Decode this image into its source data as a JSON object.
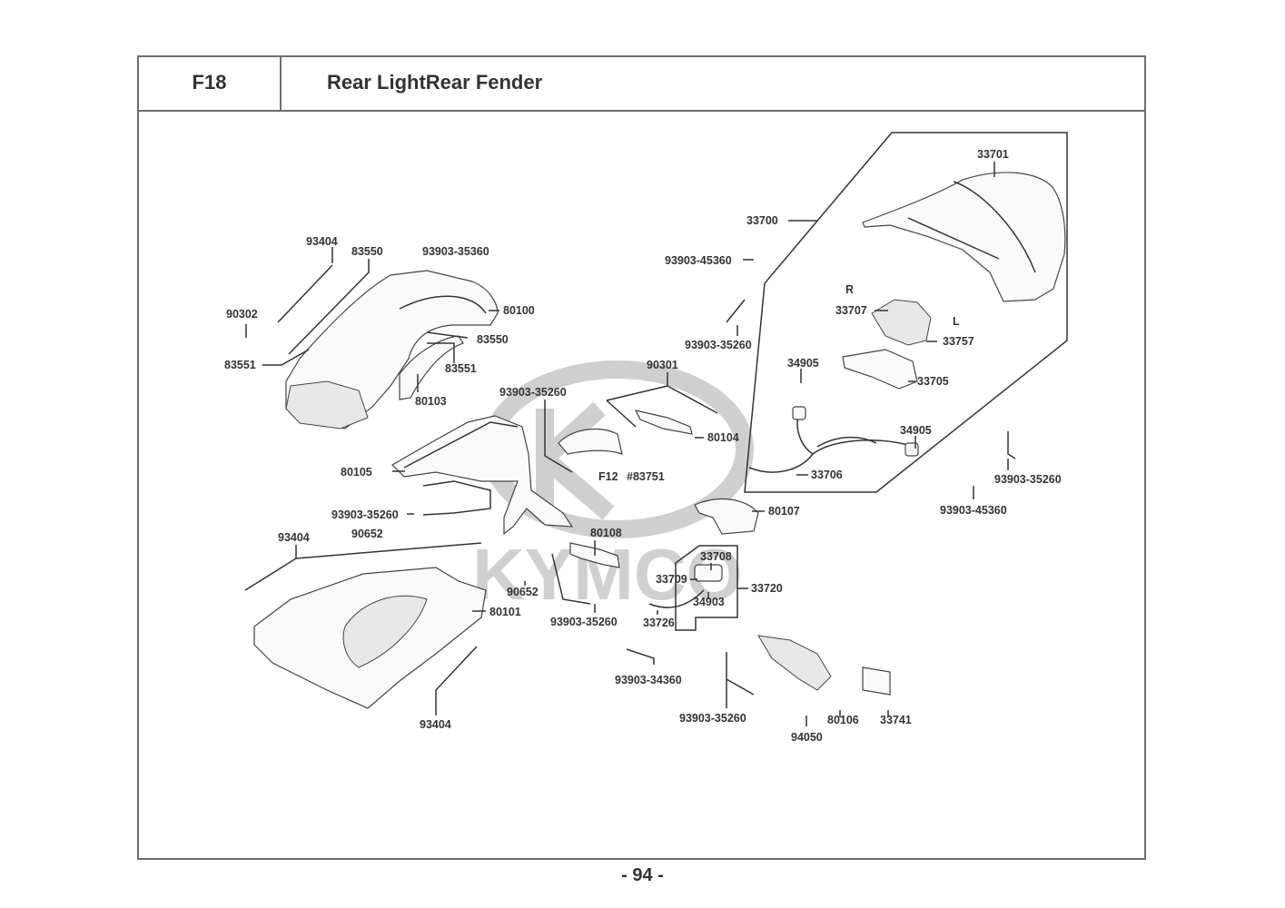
{
  "header": {
    "section_code": "F18",
    "title": "Rear LightRear Fender"
  },
  "footer": {
    "page_number": "- 94 -"
  },
  "watermark": {
    "brand": "KYMCO",
    "color": "#d0d0d0"
  },
  "diagram": {
    "group_labels": {
      "rear_light_assembly": "33700",
      "license_light_assembly": "33720",
      "right_side": "R",
      "left_side": "L"
    },
    "cross_reference": {
      "figure": "F12",
      "part": "#83751"
    },
    "callouts": [
      {
        "id": "c01",
        "part_no": "93404"
      },
      {
        "id": "c02",
        "part_no": "83550"
      },
      {
        "id": "c03",
        "part_no": "93903-35360"
      },
      {
        "id": "c04",
        "part_no": "90302"
      },
      {
        "id": "c05",
        "part_no": "80100"
      },
      {
        "id": "c06",
        "part_no": "83550"
      },
      {
        "id": "c07",
        "part_no": "83551"
      },
      {
        "id": "c08",
        "part_no": "83551"
      },
      {
        "id": "c09",
        "part_no": "80103"
      },
      {
        "id": "c10",
        "part_no": "33701"
      },
      {
        "id": "c11",
        "part_no": "93903-45360"
      },
      {
        "id": "c12",
        "part_no": "93903-35260"
      },
      {
        "id": "c13",
        "part_no": "33707"
      },
      {
        "id": "c14",
        "part_no": "33757"
      },
      {
        "id": "c15",
        "part_no": "34905"
      },
      {
        "id": "c16",
        "part_no": "33705"
      },
      {
        "id": "c17",
        "part_no": "90301"
      },
      {
        "id": "c18",
        "part_no": "93903-35260"
      },
      {
        "id": "c19",
        "part_no": "80104"
      },
      {
        "id": "c20",
        "part_no": "34905"
      },
      {
        "id": "c21",
        "part_no": "33706"
      },
      {
        "id": "c22",
        "part_no": "93903-35260"
      },
      {
        "id": "c23",
        "part_no": "93903-45360"
      },
      {
        "id": "c24",
        "part_no": "80105"
      },
      {
        "id": "c25",
        "part_no": "93903-35260"
      },
      {
        "id": "c26",
        "part_no": "90652"
      },
      {
        "id": "c27",
        "part_no": "80107"
      },
      {
        "id": "c28",
        "part_no": "93404"
      },
      {
        "id": "c29",
        "part_no": "80108"
      },
      {
        "id": "c30",
        "part_no": "33708"
      },
      {
        "id": "c31",
        "part_no": "33709"
      },
      {
        "id": "c32",
        "part_no": "34903"
      },
      {
        "id": "c33",
        "part_no": "33726"
      },
      {
        "id": "c34",
        "part_no": "90652"
      },
      {
        "id": "c35",
        "part_no": "80101"
      },
      {
        "id": "c36",
        "part_no": "93903-35260"
      },
      {
        "id": "c37",
        "part_no": "93903-34360"
      },
      {
        "id": "c38",
        "part_no": "93404"
      },
      {
        "id": "c39",
        "part_no": "93903-35260"
      },
      {
        "id": "c40",
        "part_no": "94050"
      },
      {
        "id": "c41",
        "part_no": "80106"
      },
      {
        "id": "c42",
        "part_no": "33741"
      }
    ]
  }
}
